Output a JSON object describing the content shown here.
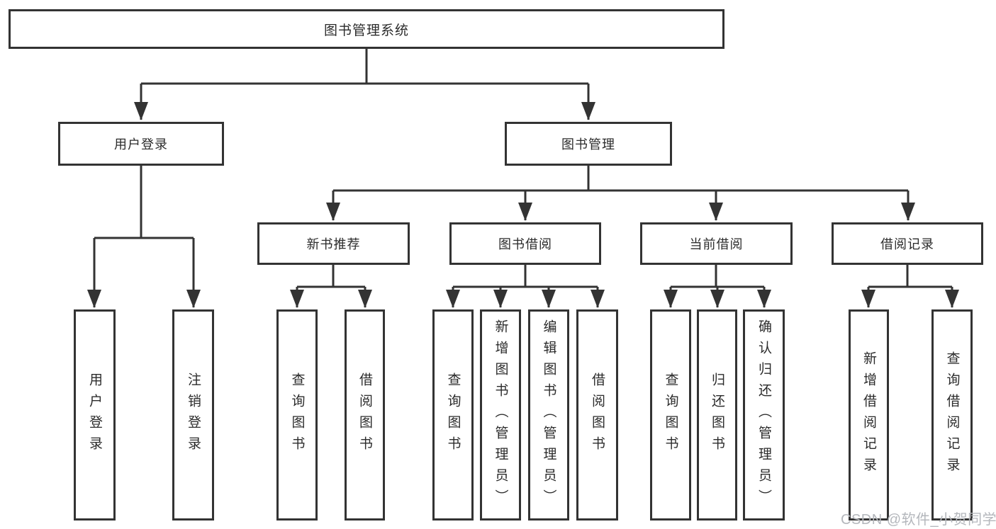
{
  "diagram_title": "图书管理系统",
  "tree": {
    "label": "图书管理系统",
    "children": [
      {
        "label": "用户登录",
        "children": [
          {
            "label": "用户登录"
          },
          {
            "label": "注销登录"
          }
        ]
      },
      {
        "label": "图书管理",
        "children": [
          {
            "label": "新书推荐",
            "children": [
              {
                "label": "查询图书"
              },
              {
                "label": "借阅图书"
              }
            ]
          },
          {
            "label": "图书借阅",
            "children": [
              {
                "label": "查询图书"
              },
              {
                "label": "新增图书（管理员）"
              },
              {
                "label": "编辑图书（管理员）"
              },
              {
                "label": "借阅图书"
              }
            ]
          },
          {
            "label": "当前借阅",
            "children": [
              {
                "label": "查询图书"
              },
              {
                "label": "归还图书"
              },
              {
                "label": "确认归还（管理员）"
              }
            ]
          },
          {
            "label": "借阅记录",
            "children": [
              {
                "label": "新增借阅记录"
              },
              {
                "label": "查询借阅记录"
              }
            ]
          }
        ]
      }
    ]
  },
  "watermark": "CSDN @软件_小贺同学",
  "colors": {
    "line": "#333333",
    "box_border": "#333333",
    "box_fill": "#ffffff",
    "text": "#2b2b2b",
    "watermark": "#b4b7bc",
    "background": "#ffffff"
  }
}
